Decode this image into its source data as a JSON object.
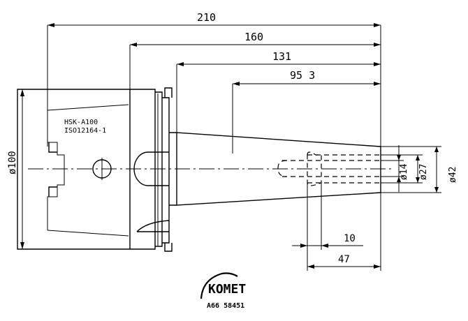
{
  "dimensions": {
    "overall_length": "210",
    "length_160": "160",
    "length_131": "131",
    "length_95_3": "95 3",
    "dia_100": "ø100",
    "dia_14": "ø14",
    "dia_27": "ø27",
    "dia_42": "ø42",
    "depth_10": "10",
    "depth_47": "47"
  },
  "labels": {
    "interface": "HSK-A100",
    "standard": "ISO12164-1"
  },
  "logo": {
    "brand": "KOMET",
    "part_number": "A66 58451"
  }
}
